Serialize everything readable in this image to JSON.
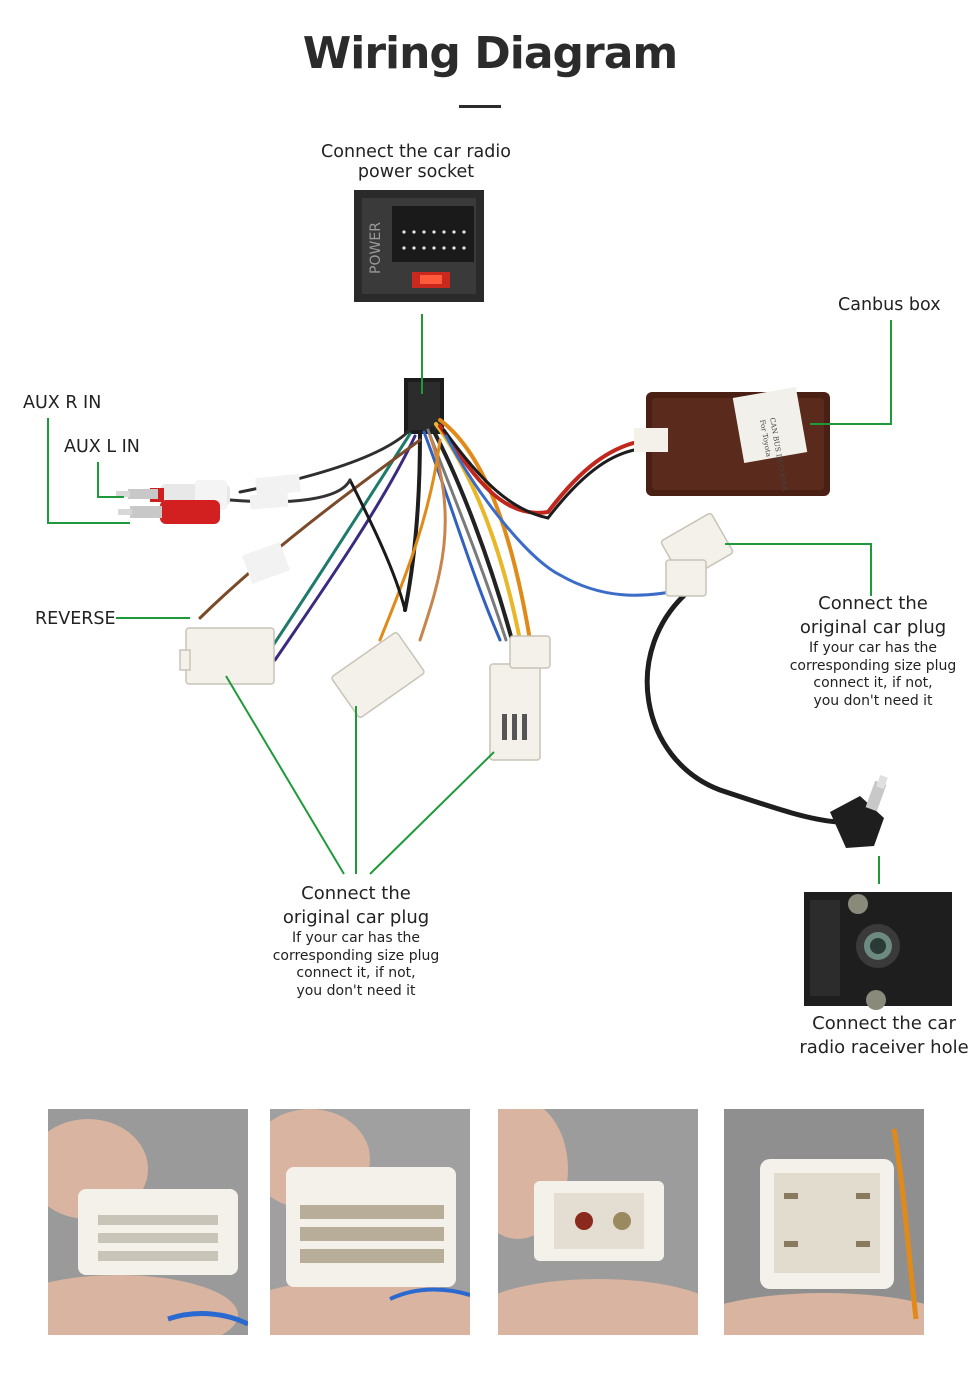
{
  "title": "Wiring Diagram",
  "labels": {
    "power_socket": [
      "Connect the car radio",
      "power socket"
    ],
    "canbus_box": "Canbus box",
    "aux_r_in": "AUX R IN",
    "aux_l_in": "AUX L IN",
    "reverse": "REVERSE",
    "right_plug": {
      "heading": [
        "Connect the",
        "original car plug"
      ],
      "note": [
        "If your car has the",
        "corresponding size plug",
        "connect it, if not,",
        "you don't need it"
      ]
    },
    "center_plug": {
      "heading": [
        "Connect the",
        "original car plug"
      ],
      "note": [
        "If your car has the",
        "corresponding size plug",
        "connect it, if not,",
        "you don't need it"
      ]
    },
    "receiver_hole": [
      "Connect the  car",
      "radio raceiver hole"
    ]
  },
  "printed_marks": {
    "power_socket_side": "POWER",
    "canbus_label_lines": [
      "CAN BUS DECODER",
      "For Toyota"
    ]
  },
  "colors": {
    "leader_line": "#1f9a3a",
    "title": "#2b2b2b",
    "connector_white": "#f4f1ea",
    "canbus_body": "#4a1f14"
  },
  "photos": [
    {
      "name": "photo-plug-1",
      "icon": "connector-photo"
    },
    {
      "name": "photo-plug-2",
      "icon": "connector-photo"
    },
    {
      "name": "photo-plug-3",
      "icon": "connector-photo"
    },
    {
      "name": "photo-plug-4",
      "icon": "connector-photo"
    }
  ]
}
